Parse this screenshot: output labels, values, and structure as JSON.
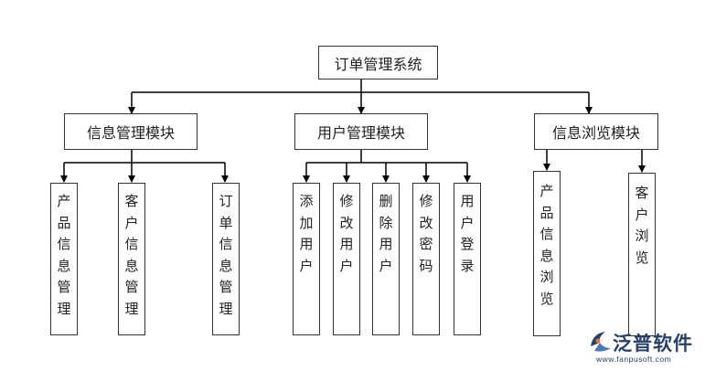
{
  "root": {
    "label": "订单管理系统"
  },
  "modules": [
    {
      "label": "信息管理模块",
      "items": [
        "产品信息管理",
        "客户信息管理",
        "订单信息管理"
      ]
    },
    {
      "label": "用户管理模块",
      "items": [
        "添加用户",
        "修改用户",
        "删除用户",
        "修改密码",
        "用户登录"
      ]
    },
    {
      "label": "信息浏览模块",
      "items": [
        "产品信息浏览",
        "客户浏览"
      ]
    }
  ],
  "watermark": {
    "name": "泛普软件",
    "url": "www.fanpusoft.com"
  },
  "colors": {
    "line": "#000000",
    "border": "#333333",
    "brand": "#27406b"
  }
}
